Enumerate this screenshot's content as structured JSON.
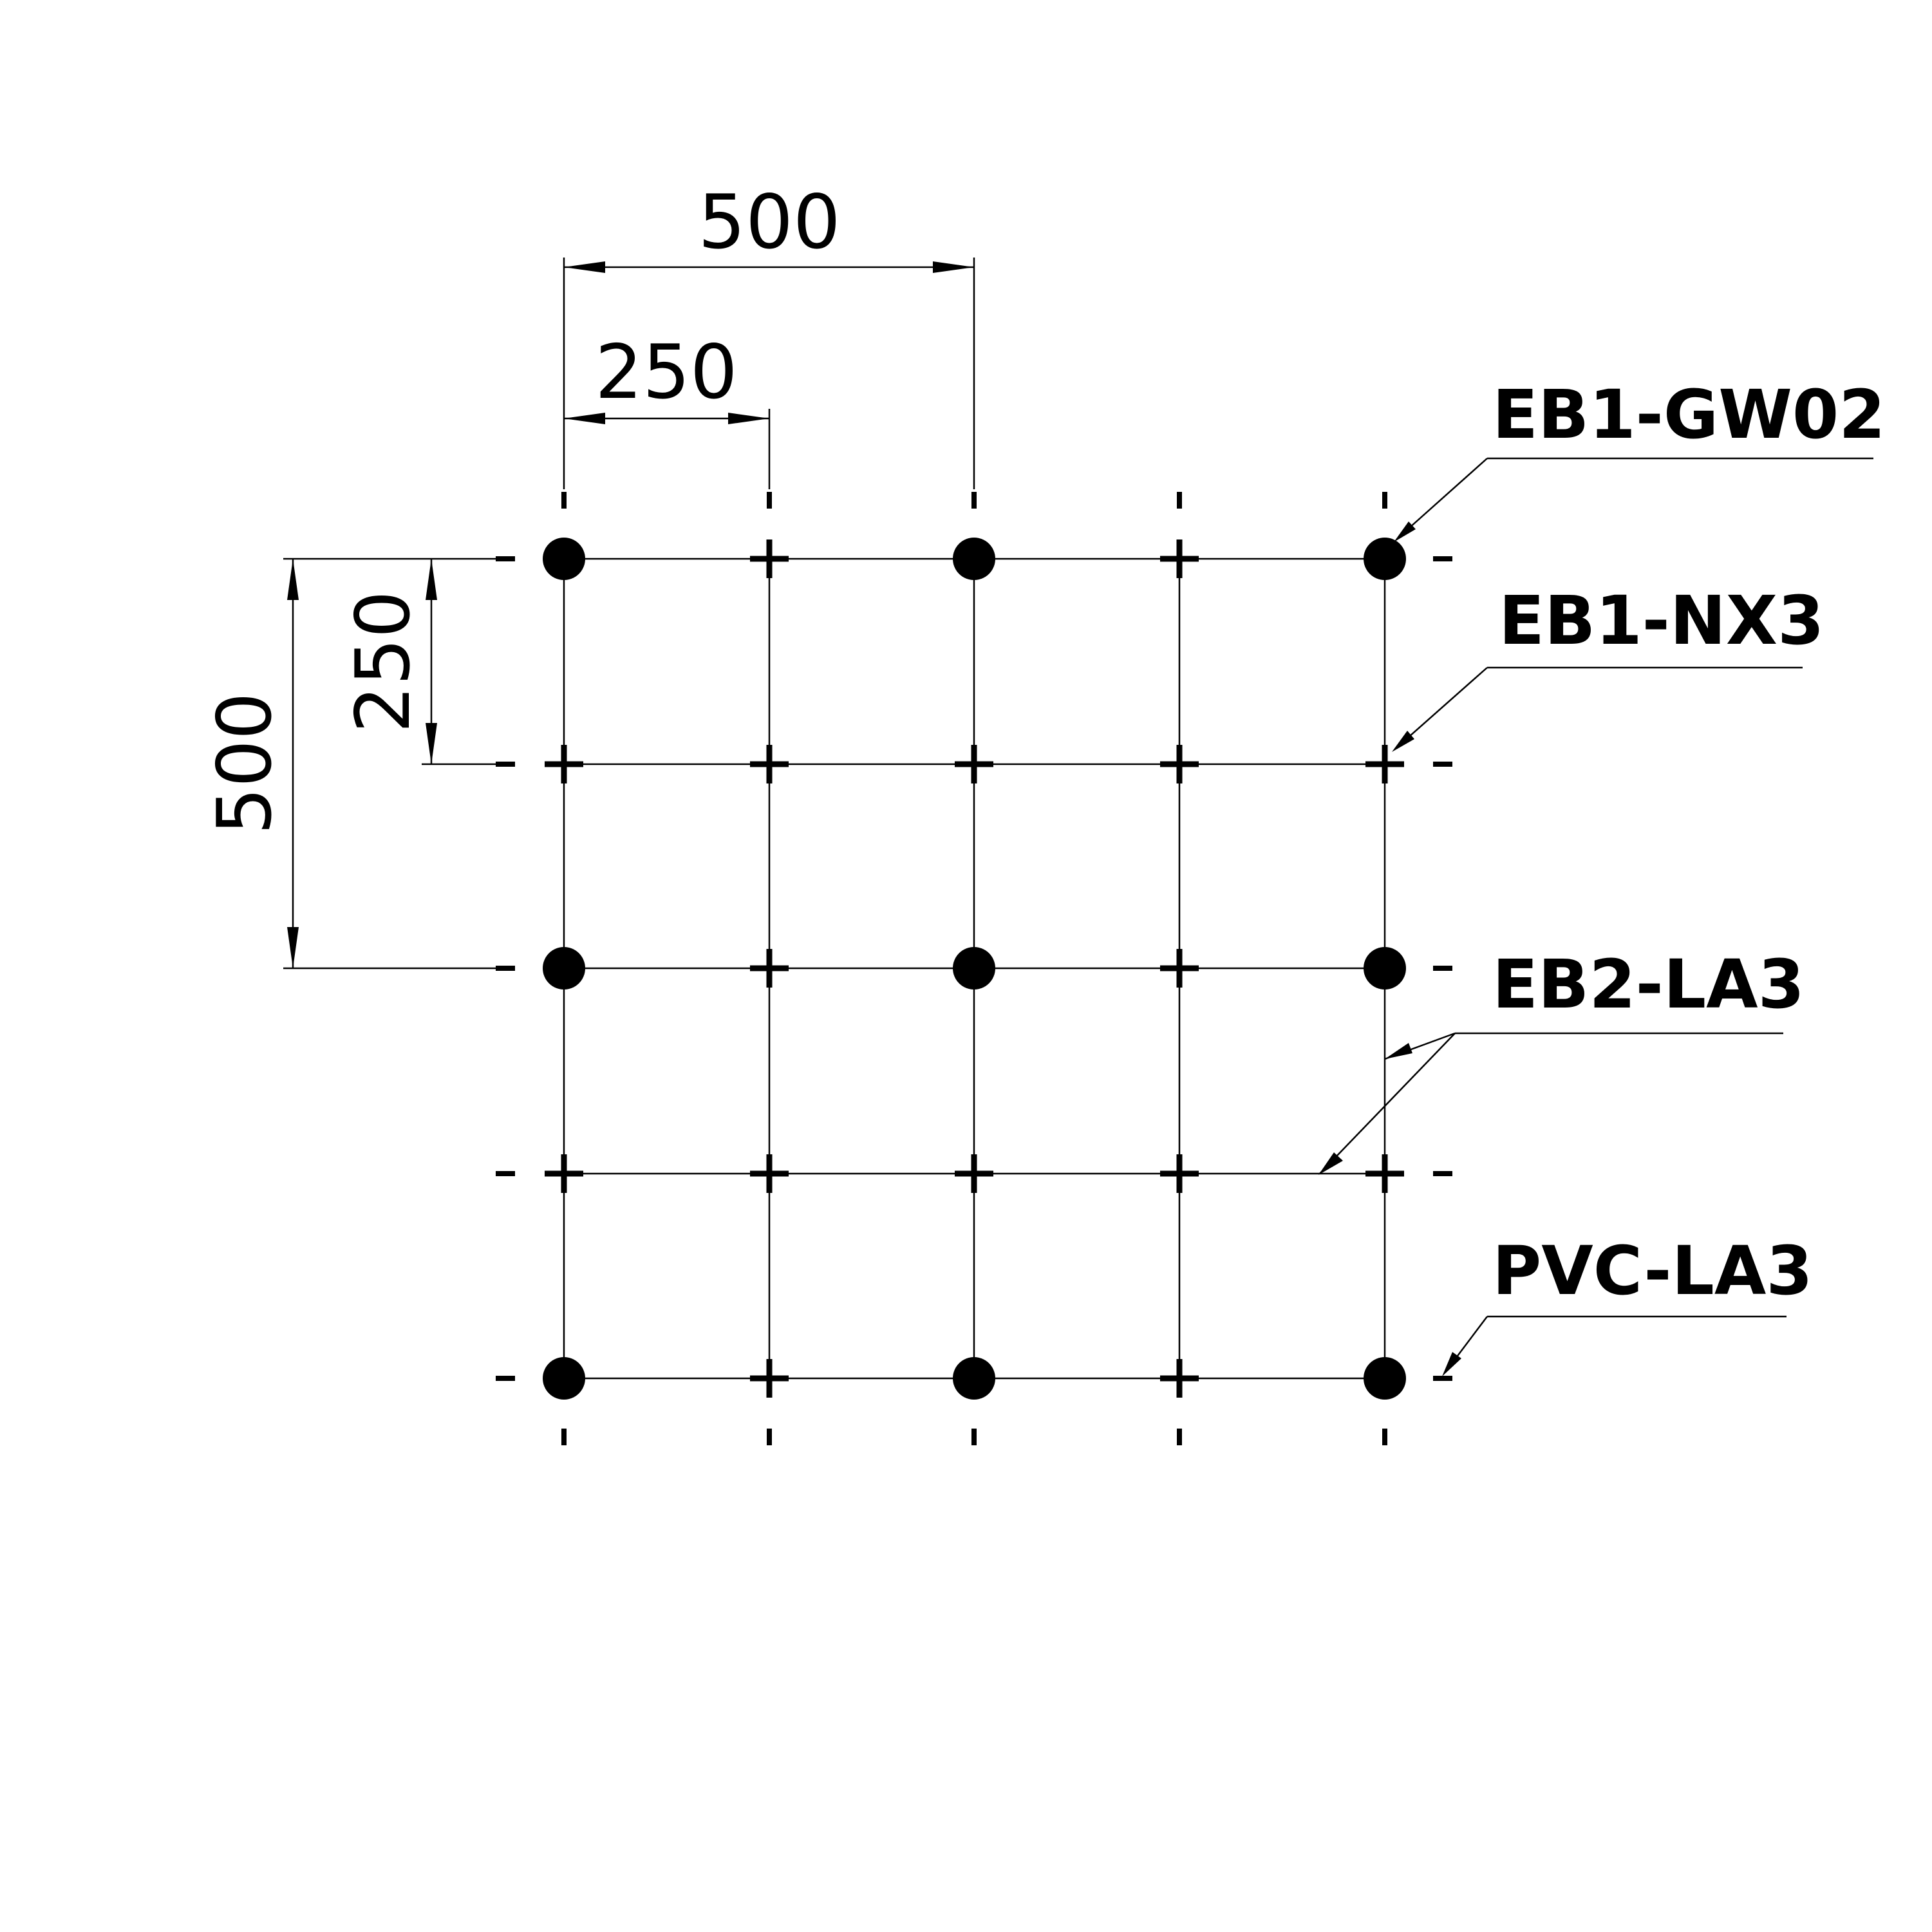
{
  "dimensions": {
    "top_outer": "500",
    "top_inner": "250",
    "left_outer": "500",
    "left_inner": "250"
  },
  "labels": {
    "eb1_gw02": "EB1-GW02",
    "eb1_nx3": "EB1-NX3",
    "eb2_la3": "EB2-LA3",
    "pvc_la3": "PVC-LA3"
  },
  "grid": {
    "columns": 5,
    "rows": 5,
    "pattern": [
      [
        "dot",
        "plus",
        "dot",
        "plus",
        "dot"
      ],
      [
        "plus",
        "plus",
        "plus",
        "plus",
        "plus"
      ],
      [
        "dot",
        "plus",
        "dot",
        "plus",
        "dot"
      ],
      [
        "plus",
        "plus",
        "plus",
        "plus",
        "plus"
      ],
      [
        "dot",
        "plus",
        "dot",
        "plus",
        "dot"
      ]
    ]
  },
  "colors": {
    "ink": "#000000",
    "background": "#ffffff"
  }
}
